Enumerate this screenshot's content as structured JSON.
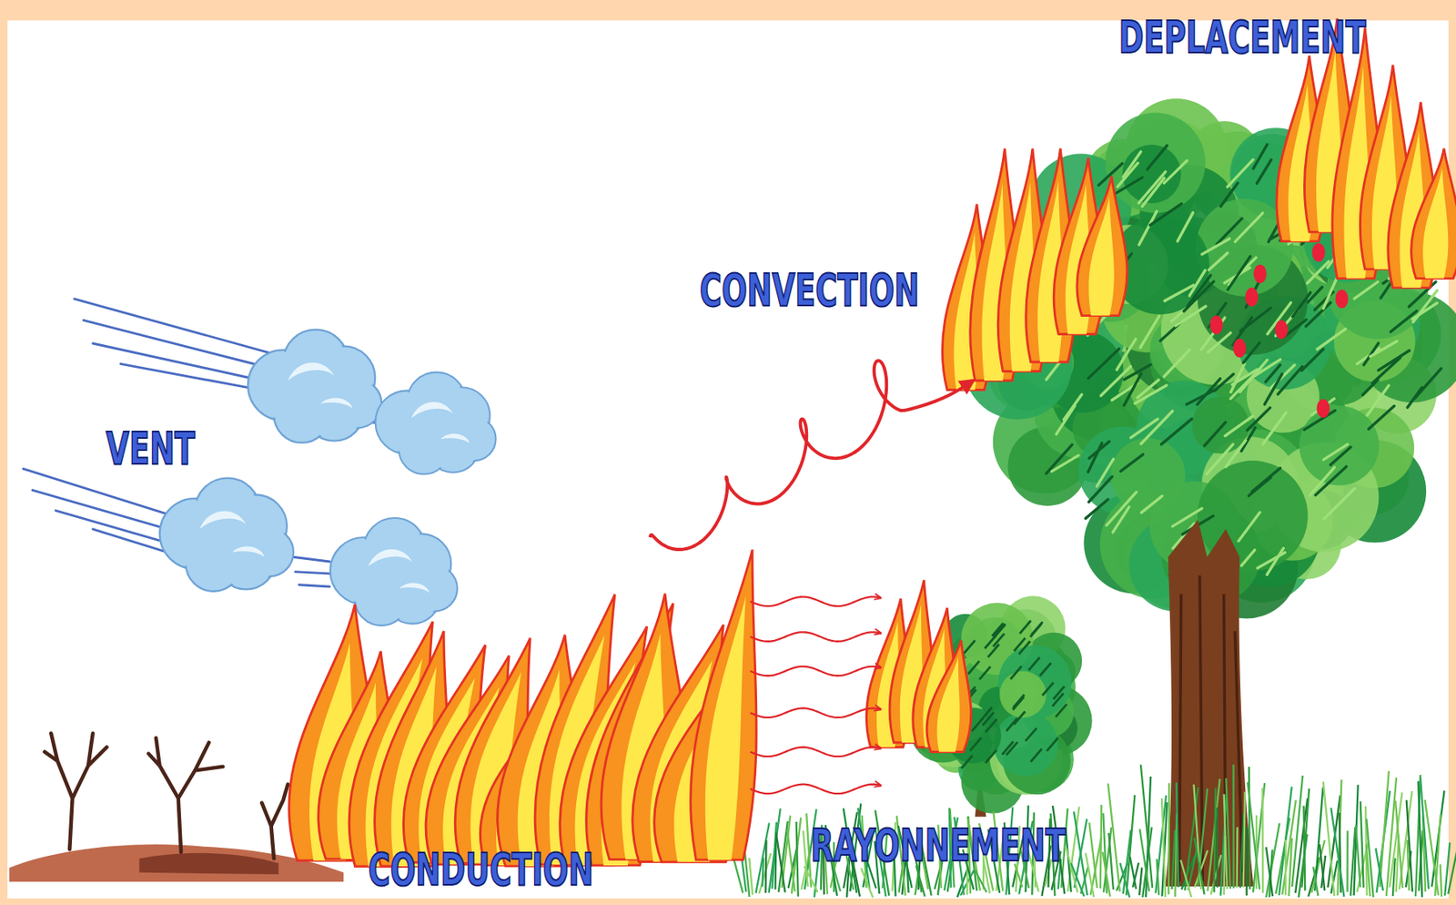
{
  "diagram": {
    "labels": [
      "DEPLACEMENT",
      "CONVECTION",
      "VENT",
      "RAYONNEMENT",
      "CONDUCTION"
    ]
  }
}
